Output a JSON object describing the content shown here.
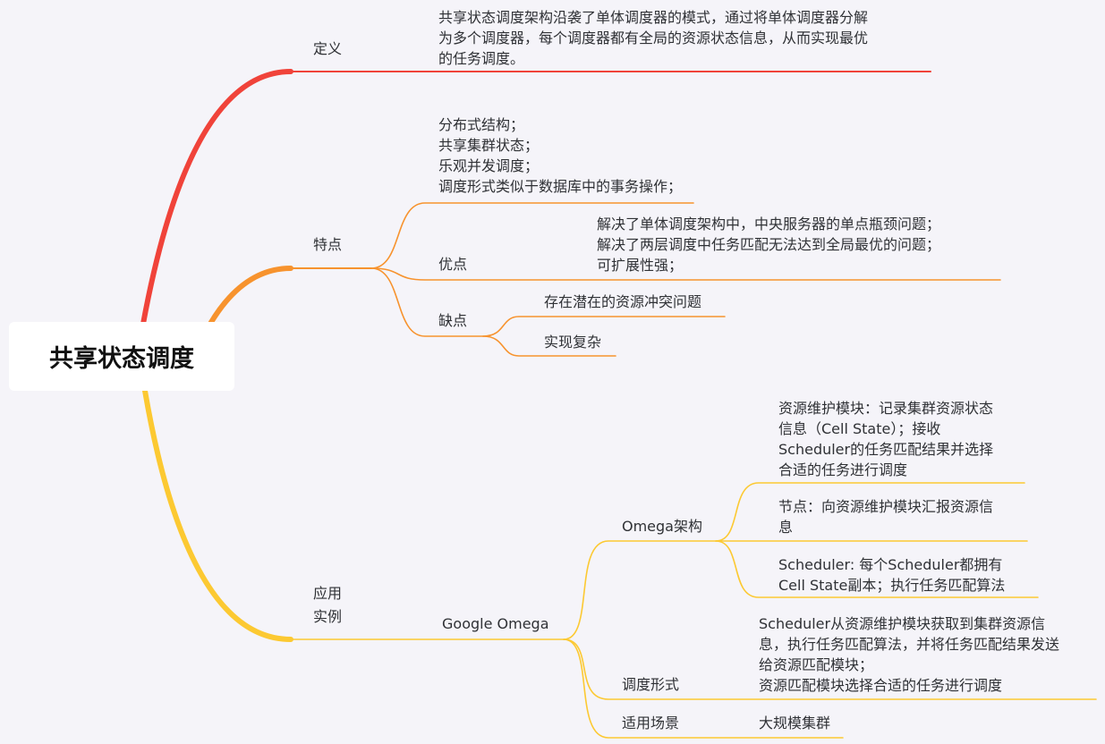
{
  "root": {
    "label": "共享状态调度"
  },
  "colors": {
    "red": "#f0433a",
    "orange": "#f7932e",
    "yellow": "#fcc932"
  },
  "branches": {
    "definition": {
      "label": "定义",
      "text": "共享状态调度架构沿袭了单体调度器的模式，通过将单体调度器分解\n为多个调度器，每个调度器都有全局的资源状态信息，从而实现最优\n的任务调度。"
    },
    "features": {
      "label": "特点",
      "list": "分布式结构；\n共享集群状态；\n乐观并发调度；\n调度形式类似于数据库中的事务操作；",
      "pros": {
        "label": "优点",
        "text": "解决了单体调度架构中，中央服务器的单点瓶颈问题；\n解决了两层调度中任务匹配无法达到全局最优的问题；\n可扩展性强；"
      },
      "cons": {
        "label": "缺点",
        "items": [
          "存在潜在的资源冲突问题",
          "实现复杂"
        ]
      }
    },
    "examples": {
      "label": "应用\n实例",
      "google_omega": {
        "label": "Google Omega",
        "architecture": {
          "label": "Omega架构",
          "items": [
            "资源维护模块：记录集群资源状态\n信息（Cell State）；接收\nScheduler的任务匹配结果并选择\n合适的任务进行调度",
            "节点：向资源维护模块汇报资源信\n息",
            "Scheduler: 每个Scheduler都拥有\nCell State副本；执行任务匹配算法"
          ]
        },
        "scheduling": {
          "label": "调度形式",
          "text": "Scheduler从资源维护模块获取到集群资源信\n息，执行任务匹配算法，并将任务匹配结果发送\n给资源匹配模块；\n资源匹配模块选择合适的任务进行调度"
        },
        "scenario": {
          "label": "适用场景",
          "text": "大规模集群"
        }
      }
    }
  }
}
